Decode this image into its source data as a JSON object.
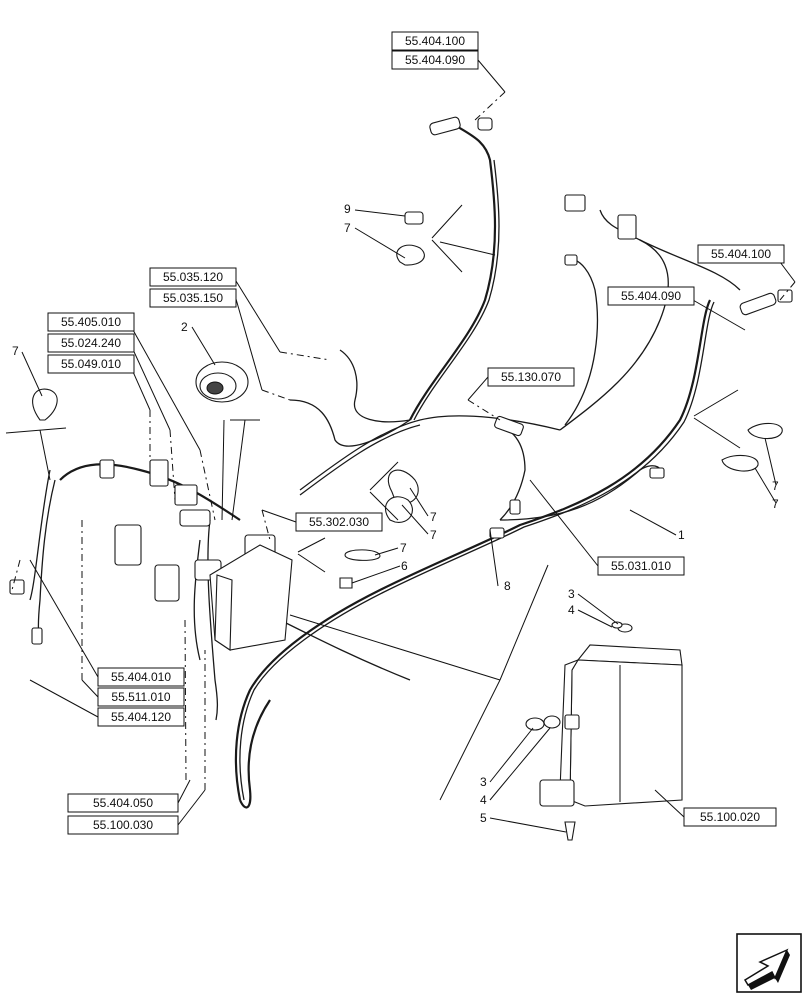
{
  "references": {
    "r_404_100_top": "55.404.100",
    "r_404_090_top": "55.404.090",
    "r_404_100_right": "55.404.100",
    "r_404_090_right": "55.404.090",
    "r_035_120": "55.035.120",
    "r_035_150": "55.035.150",
    "r_405_010": "55.405.010",
    "r_024_240": "55.024.240",
    "r_049_010": "55.049.010",
    "r_130_070": "55.130.070",
    "r_302_030": "55.302.030",
    "r_031_010": "55.031.010",
    "r_404_010": "55.404.010",
    "r_511_010": "55.511.010",
    "r_404_120": "55.404.120",
    "r_404_050": "55.404.050",
    "r_100_030": "55.100.030",
    "r_100_020": "55.100.020"
  },
  "callouts": {
    "c1": "1",
    "c2": "2",
    "c3a": "3",
    "c4a": "4",
    "c3b": "3",
    "c4b": "4",
    "c5": "5",
    "c6": "6",
    "c7_left": "7",
    "c7_top": "7",
    "c7_mid_a": "7",
    "c7_mid_b": "7",
    "c7_center": "7",
    "c7_right_a": "7",
    "c7_right_b": "7",
    "c8": "8",
    "c9": "9"
  },
  "nav": {
    "icon": "next-page-arrow-icon"
  }
}
